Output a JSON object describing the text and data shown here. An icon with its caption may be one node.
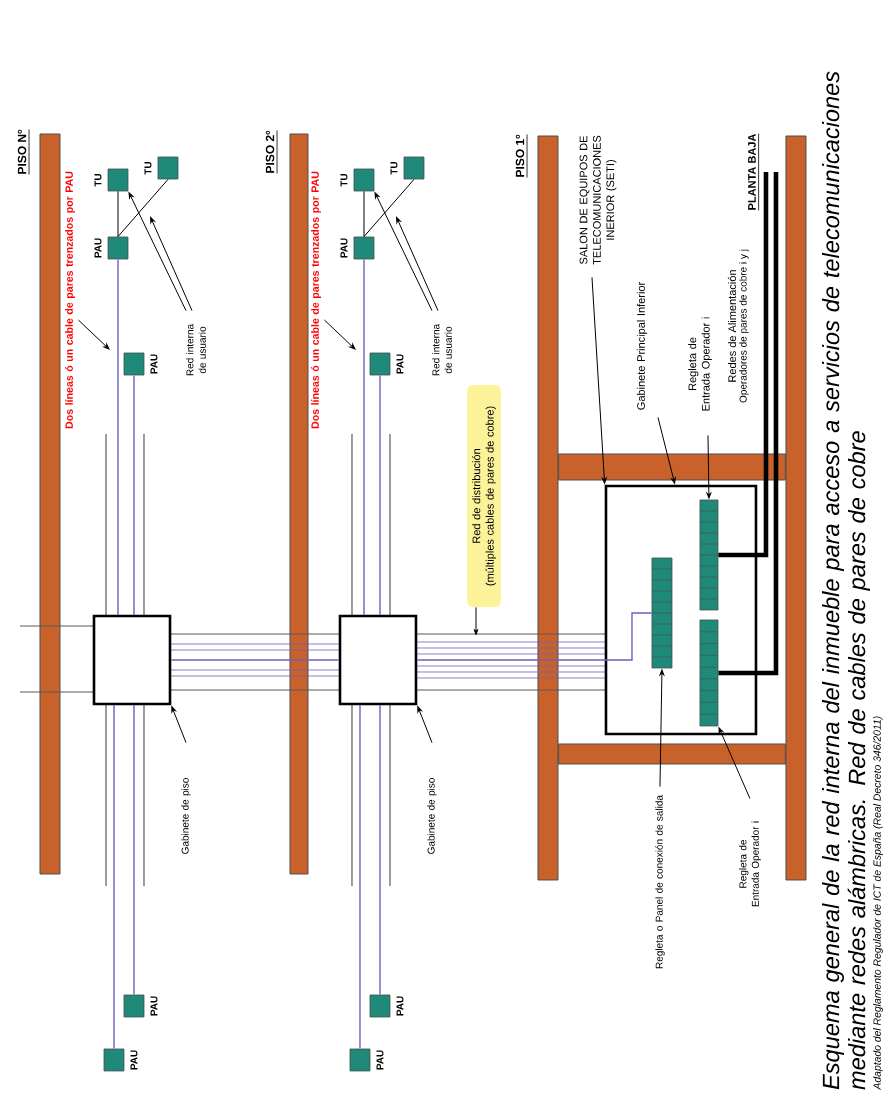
{
  "diagram": {
    "title": "Esquema general de la red interna del inmueble para acceso a servicios de telecomunicaciones mediante redes alámbricas. Red de cables de pares de cobre",
    "caption": "Adaptado del Reglamento Regulador de ICT de España (Real Decreto 346/2011)",
    "nodes": [
      {
        "text": [
          "Dos líneas ó un cable de pares trenzados por PAU"
        ]
      },
      {
        "text": [],
        "shape": "box",
        "beside": [
          "TU"
        ]
      },
      {
        "text": [],
        "shape": "box",
        "beside": [
          "TU"
        ]
      },
      {
        "text": [],
        "shape": "box",
        "beside": [
          "PAU"
        ]
      },
      {
        "text": [],
        "shape": "box",
        "beside": [
          "PAU"
        ]
      },
      {
        "text": [
          "Red interna de usuario"
        ]
      },
      {
        "text": [],
        "shape": "box"
      },
      {
        "text": [
          "Gabinete de piso"
        ]
      },
      {
        "text": [],
        "shape": "box",
        "beside": [
          "PAU"
        ]
      },
      {
        "text": [],
        "shape": "box",
        "beside": [
          "PAU"
        ]
      },
      {
        "text": [
          "Dos líneas ó un cable de pares trenzados por PAU"
        ]
      },
      {
        "text": [],
        "shape": "box",
        "beside": [
          "TU"
        ]
      },
      {
        "text": [],
        "shape": "box",
        "beside": [
          "TU"
        ]
      },
      {
        "text": [],
        "shape": "box",
        "beside": [
          "PAU"
        ]
      },
      {
        "text": [],
        "shape": "box",
        "beside": [
          "PAU"
        ]
      },
      {
        "text": [
          "Red interna de usuario"
        ]
      },
      {
        "text": [],
        "shape": "box"
      },
      {
        "text": [
          "Gabinete de piso"
        ]
      },
      {
        "text": [],
        "shape": "box",
        "beside": [
          "PAU"
        ]
      },
      {
        "text": [],
        "shape": "box",
        "beside": [
          "PAU"
        ]
      },
      {
        "text": [
          "Red de distribución",
          "(múltiples cables de pares de cobre)"
        ]
      },
      {
        "text": [
          "SALON DE EQUIPOS DE TELECOMUNICACIONES INERIOR (SETI)"
        ]
      },
      {
        "text": [
          "Gabinete Principal Inferior"
        ]
      },
      {
        "text": [
          "Regleta de Entrada Operador i"
        ]
      },
      {
        "text": [],
        "shape": "box"
      },
      {
        "text": [],
        "shape": "bar",
        "in": 24
      },
      {
        "text": [],
        "shape": "bar",
        "in": 24
      },
      {
        "text": [],
        "shape": "bar",
        "in": 24
      },
      {
        "text": [
          "Regleta o Panel de conexión de salida"
        ]
      },
      {
        "text": [
          "Regleta de Entrada Operador i"
        ]
      },
      {
        "text": [
          "PLANTA BAJA"
        ]
      }
    ],
    "edges": [
      {
        "from": 3,
        "to": 1,
        "arrow": "none"
      },
      {
        "from": 3,
        "to": 2,
        "arrow": "none"
      },
      {
        "from": 5,
        "to": 1,
        "arrow": "to"
      },
      {
        "from": 5,
        "to": null,
        "arrow": "to"
      },
      {
        "from": 0,
        "to": null,
        "arrow": "to"
      },
      {
        "from": 3,
        "to": 6,
        "arrow": "none",
        "color": "#6f5fc0"
      },
      {
        "from": 4,
        "to": 6,
        "arrow": "none",
        "color": "#6f5fc0"
      },
      {
        "from": 8,
        "to": 6,
        "arrow": "none",
        "color": "#6f5fc0"
      },
      {
        "from": 9,
        "to": 6,
        "arrow": "none",
        "color": "#6f5fc0"
      },
      {
        "from": 7,
        "to": 6,
        "arrow": "to"
      },
      {
        "from": 13,
        "to": 11,
        "arrow": "none"
      },
      {
        "from": 13,
        "to": 12,
        "arrow": "none"
      },
      {
        "from": 15,
        "to": 11,
        "arrow": "to"
      },
      {
        "from": 15,
        "to": null,
        "arrow": "to"
      },
      {
        "from": 10,
        "to": null,
        "arrow": "to"
      },
      {
        "from": 13,
        "to": 16,
        "arrow": "none",
        "color": "#6f5fc0"
      },
      {
        "from": 14,
        "to": 16,
        "arrow": "none",
        "color": "#6f5fc0"
      },
      {
        "from": 18,
        "to": 16,
        "arrow": "none",
        "color": "#6f5fc0"
      },
      {
        "from": 19,
        "to": 16,
        "arrow": "none",
        "color": "#6f5fc0"
      },
      {
        "from": 17,
        "to": 16,
        "arrow": "to"
      },
      {
        "from": 6,
        "to": 16,
        "arrow": "none",
        "color": "#6f5fc0"
      },
      {
        "from": 16,
        "to": 25,
        "arrow": "none",
        "color": "#6f5fc0"
      },
      {
        "from": 20,
        "to": null,
        "arrow": "to"
      },
      {
        "from": 21,
        "to": 24,
        "arrow": "to"
      },
      {
        "from": 22,
        "to": 24,
        "arrow": "to"
      },
      {
        "from": 23,
        "to": 26,
        "arrow": "to"
      },
      {
        "from": 28,
        "to": 25,
        "arrow": "to"
      },
      {
        "from": 29,
        "to": 27,
        "arrow": "to"
      },
      {
        "from": 30,
        "to": 26,
        "arrow": "none",
        "style": "thick"
      },
      {
        "from": 30,
        "to": 27,
        "arrow": "none",
        "style": "thick"
      }
    ],
    "labels": [
      "PISO Nº",
      "PISO 2º",
      "PISO 1º",
      "Redes de Alimentación",
      "Operadores de pares de cobre i y j"
    ]
  }
}
